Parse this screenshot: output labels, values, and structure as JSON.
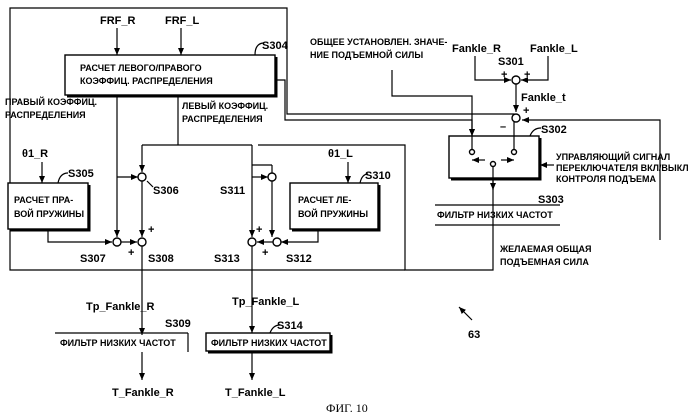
{
  "inputs": {
    "frf_r": "FRF_R",
    "frf_l": "FRF_L",
    "fankle_r": "Fankle_R",
    "fankle_l": "Fankle_L",
    "fankle_t": "Fankle_t",
    "theta_r": "θ1_R",
    "theta_l": "θ1_L"
  },
  "blocks": {
    "s304": {
      "line1": "РАСЧЕТ ЛЕВОГО/ПРАВОГО",
      "line2": "КОЭФФИЦ. РАСПРЕДЕЛЕНИЯ"
    },
    "s305": {
      "line1": "РАСЧЕТ ПРА-",
      "line2": "ВОЙ ПРУЖИНЫ"
    },
    "s310": {
      "line1": "РАСЧЕТ ЛЕ-",
      "line2": "ВОЙ ПРУЖИНЫ"
    },
    "s303": "ФИЛЬТР НИЗКИХ ЧАСТОТ",
    "s309": "ФИЛЬТР НИЗКИХ ЧАСТОТ",
    "s314": "ФИЛЬТР НИЗКИХ ЧАСТОТ"
  },
  "labels": {
    "right_coeff": [
      "ПРАВЫЙ КОЭФФИЦ.",
      "РАСПРЕДЕЛЕНИЯ"
    ],
    "left_coeff": [
      "ЛЕВЫЙ КОЭФФИЦ.",
      "РАСПРЕДЕЛЕНИЯ"
    ],
    "total_lift": [
      "ОБЩЕЕ УСТАНОВЛЕН. ЗНАЧЕ-",
      "НИЕ ПОДЪЕМНОЙ СИЛЫ"
    ],
    "control_signal": [
      "УПРАВЛЯЮЩИЙ СИГНАЛ",
      "ПЕРЕКЛЮЧАТЕЛЯ ВКЛ/ВЫКЛ",
      "КОНТРОЛЯ ПОДЪЕМА"
    ],
    "desired_total": [
      "ЖЕЛАЕМАЯ ОБЩАЯ",
      "ПОДЪЕМНАЯ СИЛА"
    ]
  },
  "steps": {
    "s301": "S301",
    "s302": "S302",
    "s303": "S303",
    "s304": "S304",
    "s305": "S305",
    "s306": "S306",
    "s307": "S307",
    "s308": "S308",
    "s309": "S309",
    "s310": "S310",
    "s311": "S311",
    "s312": "S312",
    "s313": "S313",
    "s314": "S314"
  },
  "signals": {
    "tp_r": "Tp_Fankle_R",
    "tp_l": "Tp_Fankle_L",
    "t_r": "T_Fankle_R",
    "t_l": "T_Fankle_L"
  },
  "signs": {
    "plus": "+",
    "minus": "–"
  },
  "ref": "63",
  "caption": "ФИГ. 10"
}
